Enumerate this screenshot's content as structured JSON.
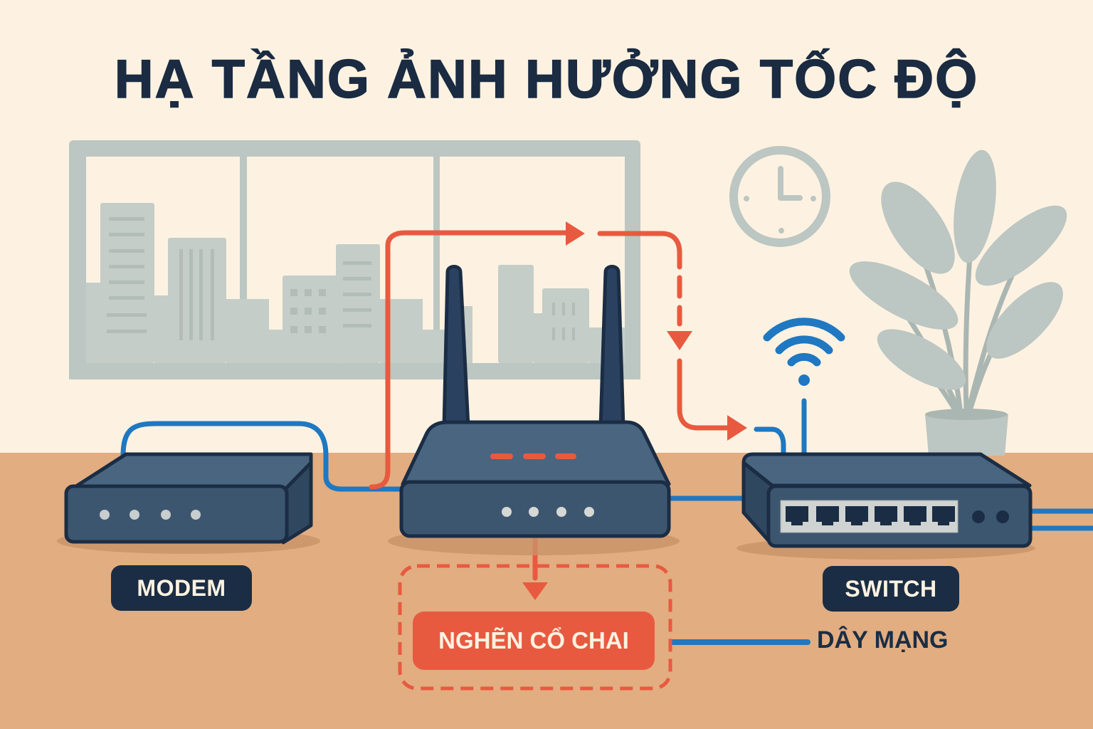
{
  "title": "HẠ TẦNG ẢNH HƯỞNG TỐC ĐỘ",
  "devices": {
    "modem": {
      "label": "MODEM",
      "led_count": 4
    },
    "router": {
      "label": "",
      "antenna_count": 2,
      "led_count": 4,
      "status_dashes": 3
    },
    "switch": {
      "label": "SWITCH",
      "port_count": 6,
      "indicator_count": 2
    }
  },
  "annotations": {
    "bottleneck": "NGHẼN CỔ CHAI",
    "cable": "DÂY MẠNG"
  },
  "colors": {
    "background_wall": "#fdf2e1",
    "desk": "#e2ad80",
    "device_body": "#3d5670",
    "device_outline": "#1b2d44",
    "cable_blue": "#1f78c1",
    "data_flow_red": "#e85a40",
    "decor_gray": "#bcc6c2",
    "title_text": "#1a2b42"
  },
  "decor": [
    "window-with-city-skyline",
    "wall-clock",
    "potted-plant",
    "wifi-signal"
  ]
}
